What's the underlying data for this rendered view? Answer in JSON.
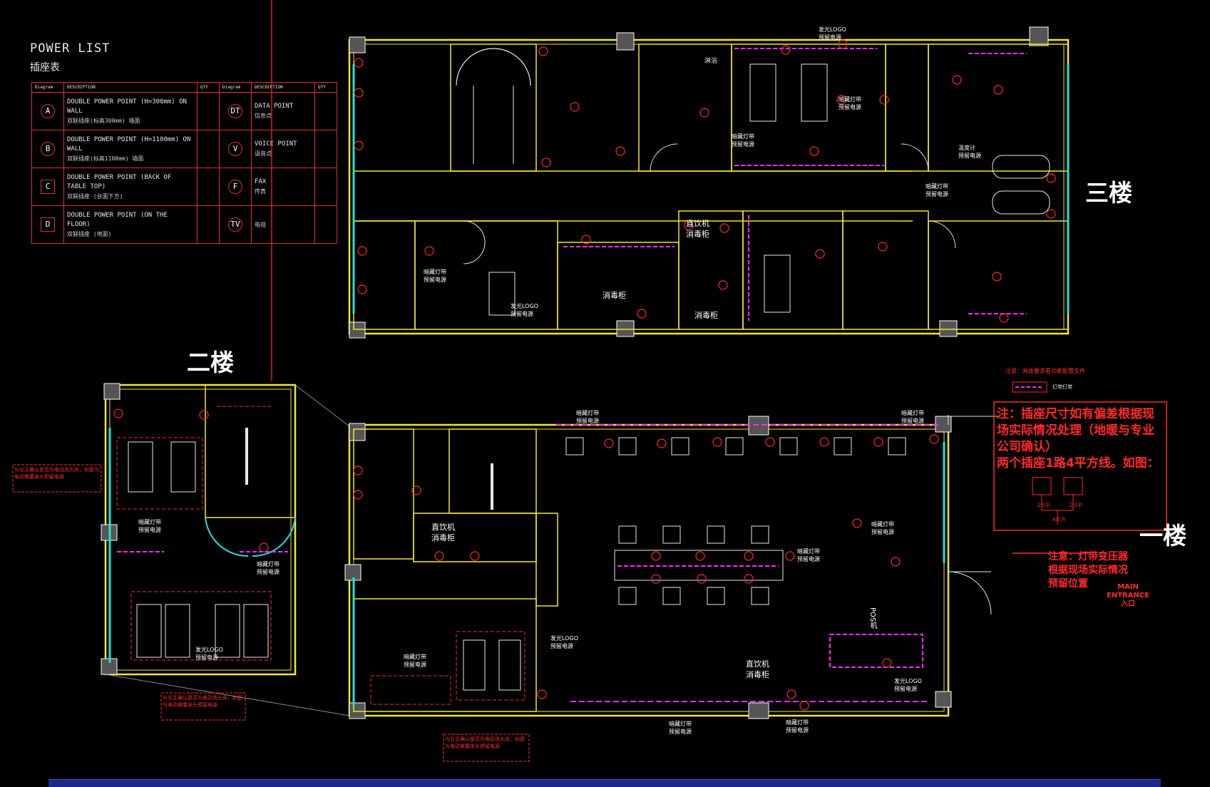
{
  "legend": {
    "title": "POWER LIST",
    "subtitle": "插座表",
    "headers": [
      "Diagram",
      "DESCRIPTION",
      "QTY",
      "Diagram",
      "DESCRIPTION",
      "QTY"
    ],
    "rows": [
      {
        "sym1": "A",
        "desc1": "DOUBLE POWER POINT (H=300mm) ON WALL",
        "zh1": "双联插座(标高300mm) 墙面",
        "sym2": "DT",
        "desc2": "DATA POINT",
        "zh2": "信息点"
      },
      {
        "sym1": "B",
        "desc1": "DOUBLE POWER POINT (H=1100mm) ON WALL",
        "zh1": "双联插座(标高1100mm) 墙面",
        "sym2": "V",
        "desc2": "VOICE POINT",
        "zh2": "语音点"
      },
      {
        "sym1": "C",
        "desc1": "DOUBLE POWER POINT (BACK OF TABLE TOP)",
        "zh1": "双联插座 (台面下方)",
        "sym2": "F",
        "desc2": "FAX",
        "zh2": "传真"
      },
      {
        "sym1": "D",
        "desc1": "DOUBLE POWER POINT (ON THE FLOOR)",
        "zh1": "双联插座 (地面)",
        "sym2": "TV",
        "desc2": "",
        "zh2": "电视"
      }
    ]
  },
  "floors": {
    "third": "三楼",
    "second": "二楼",
    "first": "一楼"
  },
  "notes": {
    "main": [
      "注：插座尺寸如有偏差根据现",
      "场实际情况处理（地暖与专业",
      "公司确认）",
      "两个插座1路4平方线。如图："
    ],
    "transformer": [
      "注意：灯带变压器",
      "根据现场实际情况",
      "预留位置"
    ],
    "top_small": "注意：具体要求看功能配置文件",
    "legend_small": "灯带灯带",
    "wire_labels": [
      "2.5平",
      "2.5平",
      "4平方"
    ],
    "entrance": [
      "MAIN",
      "ENTRANCE",
      "入口"
    ],
    "boxes": [
      "与业主确认是否为电动洗头床，如是为电动需要床头预留电源",
      "与业主确认是否为电动洗头床，如是为电动需要床头预留电源",
      "与业主确认是否为电动洗头床，如是为电动需要床头预留电源"
    ]
  },
  "labels": {
    "strip": "暗藏灯带",
    "reserve": "预留电源",
    "logo": "发光LOGO",
    "drink": "直饮机",
    "disinfect": "消毒柜",
    "pos": "POS机",
    "thermo": "温度计",
    "bathroom": "淋浴"
  },
  "colors": {
    "wall": "#f0e82a",
    "socket": "#ff2a2a",
    "strip": "#ff2aff",
    "glass": "#22e0e0",
    "furniture": "#e8e8e8",
    "grid": "#e03030"
  }
}
